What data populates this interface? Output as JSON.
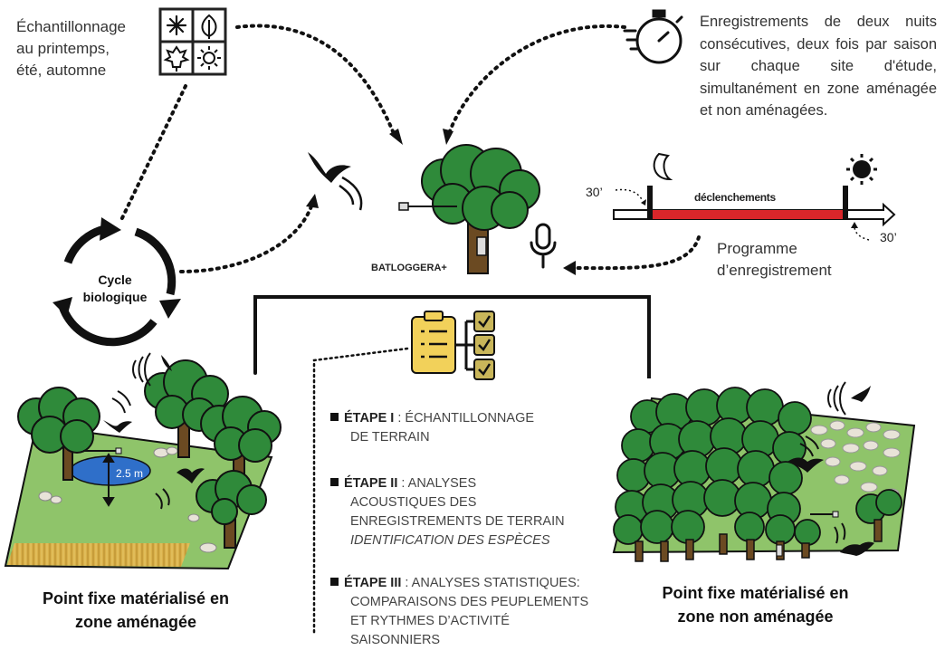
{
  "seasons": {
    "text_line1": "Échantillonnage",
    "text_line2": "au printemps,",
    "text_line3": "été, automne",
    "icons": [
      "snowflake-icon",
      "leaf-icon",
      "maple-leaf-icon",
      "sun-icon"
    ]
  },
  "recording": {
    "description": "Enregistrements de deux nuits consécutives, deux fois par saison sur chaque site d'étude, simultanément en zone aménagée et non aménagées."
  },
  "program": {
    "label_line1": "Programme",
    "label_line2": "d’enregistrement",
    "offset_start": "30’",
    "offset_end": "30’",
    "trigger_label": "déclenchements"
  },
  "cycle": {
    "line1": "Cycle",
    "line2": "biologique"
  },
  "device": {
    "name": "BATLOGGERA+"
  },
  "sites": {
    "developed_line1": "Point fixe matérialisé en",
    "developed_line2": "zone aménagée",
    "undeveloped_line1": "Point fixe matérialisé en",
    "undeveloped_line2": "zone non aménagée",
    "height_label": "2.5 m"
  },
  "steps": [
    {
      "title": "ÉTAPE I",
      "line1": " : ÉCHANTILLONNAGE",
      "line2": "DE TERRAIN"
    },
    {
      "title": "ÉTAPE II",
      "line1": " : ANALYSES",
      "line2": "ACOUSTIQUES  DES",
      "line3": "ENREGISTREMENTS   DE TERRAIN",
      "line4": "IDENTIFICATION   DES ESPÈCES"
    },
    {
      "title": "ÉTAPE III",
      "line1": " : ANALYSES STATISTIQUES:",
      "line2": "COMPARAISONS DES PEUPLEMENTS",
      "line3": "ET RYTHMES D’ACTIVITÉ",
      "line4": "SAISONNIERS"
    }
  ],
  "colors": {
    "tree": "#2f8a3a",
    "tree_dark": "#1d5e25",
    "trunk": "#6b4a22",
    "ground": "#8fc46a",
    "water": "#2f6fc9",
    "timeline_red": "#d9262a",
    "clipboard": "#f2d15a"
  }
}
